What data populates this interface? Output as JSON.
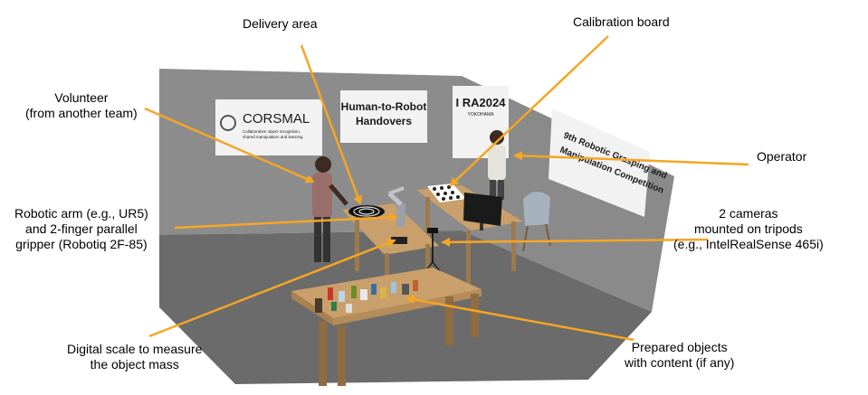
{
  "annotations": {
    "delivery_area": "Delivery area",
    "calibration_board": "Calibration board",
    "volunteer": [
      "Volunteer",
      "(from another team)"
    ],
    "operator": "Operator",
    "robotic_arm": [
      "Robotic arm (e.g., UR5)",
      "and 2-finger parallel",
      "gripper (Robotiq 2F-85)"
    ],
    "cameras": [
      "2 cameras",
      "mounted on tripods",
      "(e.g., IntelRealSense 465i)"
    ],
    "digital_scale": [
      "Digital scale to measure",
      "the object mass"
    ],
    "prepared_objects": [
      "Prepared objects",
      "with content (if any)"
    ]
  },
  "banners": {
    "corsmal_name": "CORSMAL",
    "corsmal_tagline": [
      "Collaborative object recognition,",
      "shared manipulation and learning"
    ],
    "handovers": [
      "Human-to-Robot",
      "Handovers"
    ],
    "icra": "I RA2024",
    "icra_sub": "YOKOHAMA",
    "competition": [
      "9th Robotic Grasping and",
      "Manipulation Competition"
    ]
  },
  "colors": {
    "arrow": "#f5a623",
    "room_left_wall": "#7a7a7a",
    "room_back_wall": "#8c8c8c",
    "room_right_wall": "#8a8a8a",
    "floor": "#6a6a6a",
    "table_wood": "#c9a06b"
  }
}
